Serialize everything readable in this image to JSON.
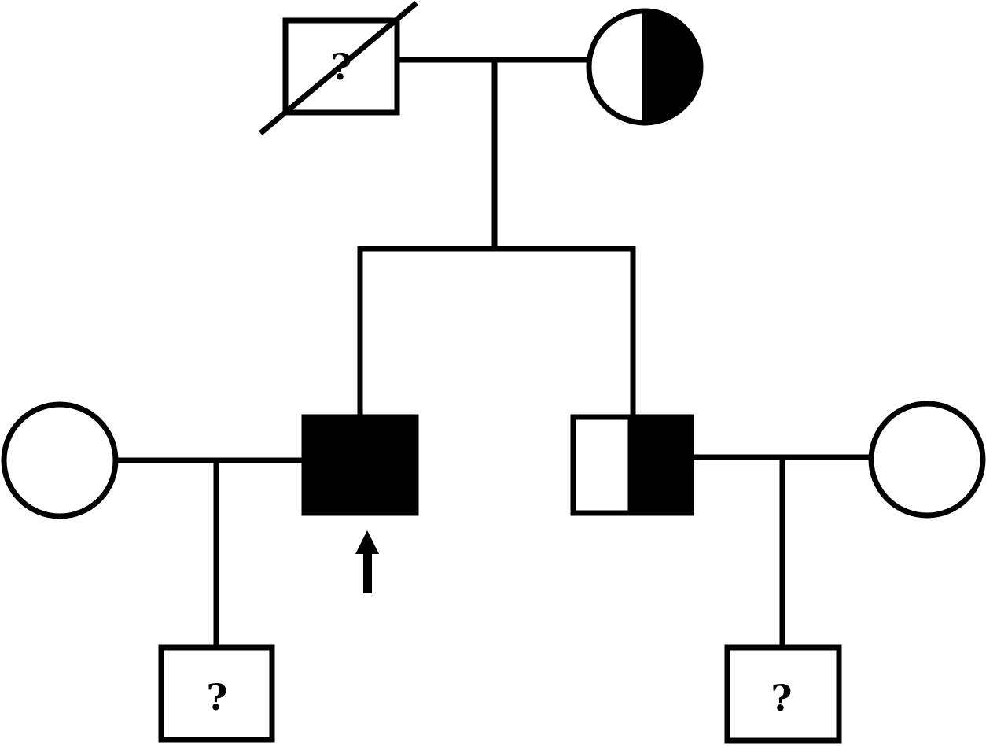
{
  "pedigree": {
    "generation_1": {
      "father": {
        "sex": "male",
        "status": "deceased",
        "affected_status": "unknown",
        "symbol_text": "?"
      },
      "mother": {
        "sex": "female",
        "status": "living",
        "affected_status": "carrier"
      }
    },
    "generation_2": {
      "left_spouse": {
        "sex": "female",
        "affected_status": "unaffected"
      },
      "proband": {
        "sex": "male",
        "affected_status": "affected",
        "marker": "proband-arrow"
      },
      "brother": {
        "sex": "male",
        "affected_status": "carrier"
      },
      "right_spouse": {
        "sex": "female",
        "affected_status": "unaffected"
      }
    },
    "generation_3": {
      "left_child": {
        "sex": "male",
        "affected_status": "unknown",
        "symbol_text": "?"
      },
      "right_child": {
        "sex": "male",
        "affected_status": "unknown",
        "symbol_text": "?"
      }
    },
    "colors": {
      "line": "#000000",
      "fill": "#000000",
      "background": "#ffffff"
    }
  }
}
